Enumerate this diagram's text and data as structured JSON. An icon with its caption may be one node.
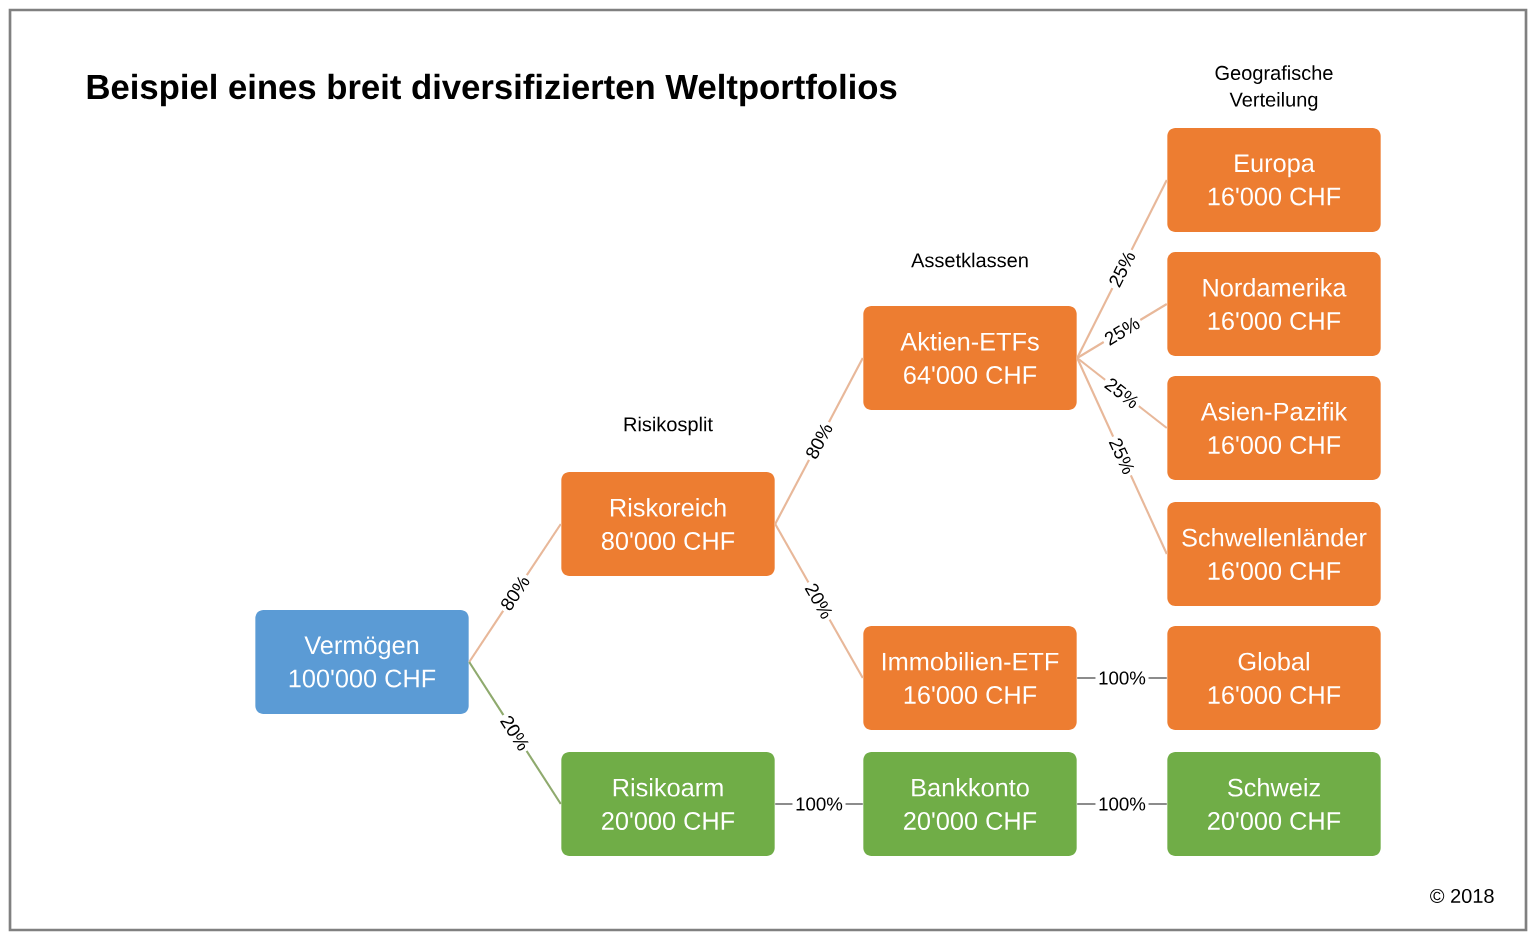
{
  "diagram": {
    "title": "Beispiel eines breit diversifizierten Weltportfolios",
    "nodes": [
      {
        "text": [
          "Vermögen",
          "100'000 CHF"
        ]
      },
      {
        "text": [
          "Riskoreich",
          "80'000 CHF"
        ]
      },
      {
        "text": [
          "Risikoarm",
          "20'000 CHF"
        ]
      },
      {
        "text": [
          "Aktien-ETFs",
          "64'000 CHF"
        ]
      },
      {
        "text": [
          "Immobilien-ETF",
          "16'000 CHF"
        ]
      },
      {
        "text": [
          "Bankkonto",
          "20'000 CHF"
        ]
      },
      {
        "text": [
          "Europa",
          "16'000 CHF"
        ]
      },
      {
        "text": [
          "Nordamerika",
          "16'000 CHF"
        ]
      },
      {
        "text": [
          "Asien-Pazifik",
          "16'000 CHF"
        ]
      },
      {
        "text": [
          "Schwellenländer",
          "16'000 CHF"
        ]
      },
      {
        "text": [
          "Global",
          "16'000 CHF"
        ]
      },
      {
        "text": [
          "Schweiz",
          "20'000 CHF"
        ]
      }
    ],
    "edges": [
      {
        "from": 0,
        "to": 1,
        "arrow": "none",
        "label": "80%"
      },
      {
        "from": 0,
        "to": 2,
        "arrow": "none",
        "label": "20%",
        "color": "#8faa6e"
      },
      {
        "from": 1,
        "to": 3,
        "arrow": "none",
        "label": "80%"
      },
      {
        "from": 1,
        "to": 4,
        "arrow": "none",
        "label": "20%"
      },
      {
        "from": 2,
        "to": 5,
        "arrow": "none",
        "label": "100%",
        "color": "#8c8c8c"
      },
      {
        "from": 3,
        "to": 6,
        "arrow": "none",
        "label": "25%"
      },
      {
        "from": 3,
        "to": 7,
        "arrow": "none",
        "label": "25%"
      },
      {
        "from": 3,
        "to": 8,
        "arrow": "none",
        "label": "25%"
      },
      {
        "from": 3,
        "to": 9,
        "arrow": "none",
        "label": "25%"
      },
      {
        "from": 4,
        "to": 10,
        "arrow": "none",
        "label": "100%",
        "color": "#8c8c8c"
      },
      {
        "from": 5,
        "to": 11,
        "arrow": "none",
        "label": "100%",
        "color": "#8c8c8c"
      }
    ],
    "labels": [
      "Risikosplit",
      "Assetklassen",
      "Geografische Verteilung",
      "© 2018"
    ]
  }
}
